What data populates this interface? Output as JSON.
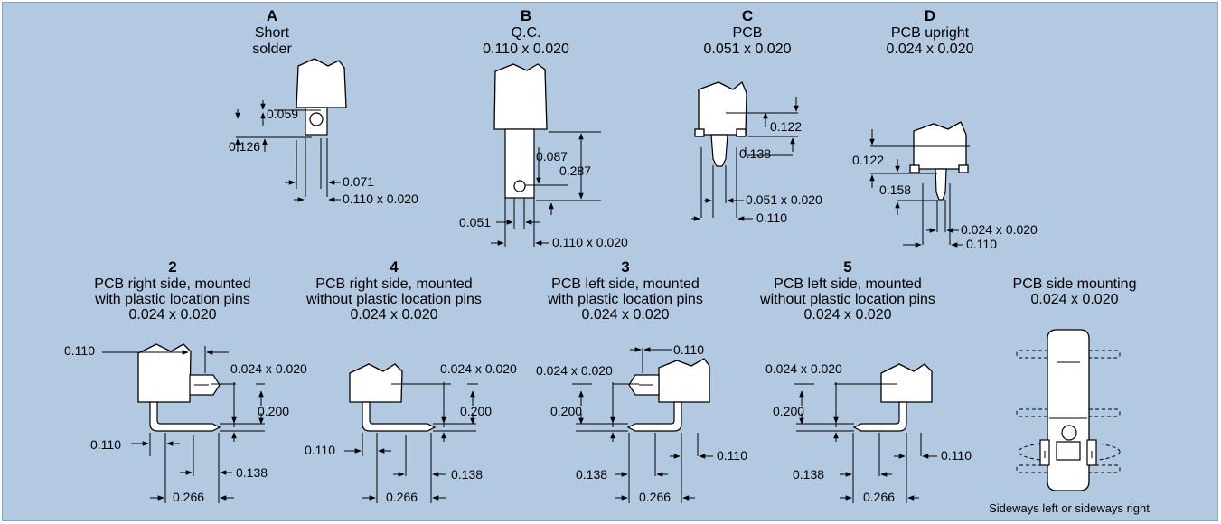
{
  "top_row": [
    {
      "letter": "A",
      "lines": [
        "Short",
        "solder"
      ],
      "dims": [
        "0.059",
        "0.126",
        "0.071",
        "0.110 x 0.020"
      ]
    },
    {
      "letter": "B",
      "lines": [
        "Q.C.",
        "0.110 x 0.020"
      ],
      "dims": [
        "0.087",
        "0.287",
        "0.051",
        "0.110 x 0.020"
      ]
    },
    {
      "letter": "C",
      "lines": [
        "PCB",
        "0.051 x 0.020"
      ],
      "dims": [
        "0.122",
        "0.138",
        "0.051 x 0.020",
        "0.110"
      ]
    },
    {
      "letter": "D",
      "lines": [
        "PCB upright",
        "0.024 x 0.020"
      ],
      "dims": [
        "0.122",
        "0.158",
        "0.024 x 0.020",
        "0.110"
      ]
    }
  ],
  "bottom_row": [
    {
      "number": "2",
      "lines": [
        "PCB right side, mounted",
        "with plastic location pins",
        "0.024 x 0.020"
      ],
      "dims": [
        "0.110",
        "0.024 x 0.020",
        "0.200",
        "0.110",
        "0.138",
        "0.266"
      ]
    },
    {
      "number": "4",
      "lines": [
        "PCB right side, mounted",
        "without plastic location pins",
        "0.024 x 0.020"
      ],
      "dims": [
        "0.024 x 0.020",
        "0.200",
        "0.110",
        "0.138",
        "0.266"
      ]
    },
    {
      "number": "3",
      "lines": [
        "PCB left side, mounted",
        "with plastic location pins",
        "0.024 x 0.020"
      ],
      "dims": [
        "0.110",
        "0.024 x 0.020",
        "0.200",
        "0.138",
        "0.110",
        "0.266"
      ]
    },
    {
      "number": "5",
      "lines": [
        "PCB left side, mounted",
        "without plastic location pins",
        "0.024 x 0.020"
      ],
      "dims": [
        "0.024 x 0.020",
        "0.200",
        "0.138",
        "0.110",
        "0.266"
      ]
    },
    {
      "number": "",
      "lines": [
        "PCB side mounting",
        "0.024 x 0.020"
      ],
      "dims": [],
      "caption": "Sideways left or sideways right"
    }
  ]
}
